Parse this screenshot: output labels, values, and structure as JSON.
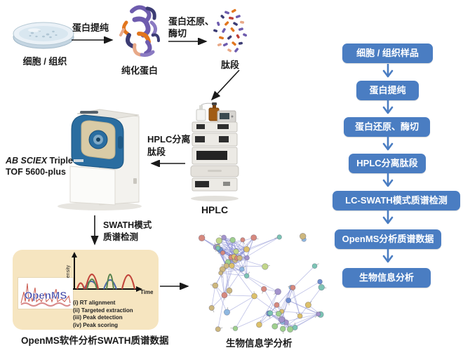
{
  "pipeline": {
    "sample_label": "细胞 / 组织",
    "step1_arrow_label": "蛋白提纯",
    "protein_label": "纯化蛋白",
    "step2_arrow_label_line1": "蛋白还原、",
    "step2_arrow_label_line2": "酶切",
    "peptide_label": "肽段",
    "hplc_caption": "HPLC",
    "hplc_arrow_line1": "HPLC分离",
    "hplc_arrow_line2": "肽段",
    "ms_name_italic": "AB SCIEX",
    "ms_name_rest": " Triple",
    "ms_name_line2": "TOF 5600-plus",
    "swath_arrow_line1": "SWATH模式",
    "swath_arrow_line2": "质谱检测",
    "openms": {
      "logo": "OpenMS",
      "ylabel": "Intensity",
      "xlabel": "Time",
      "panel_color": "#f6e5c0",
      "steps": [
        "(i)  RT alignment",
        "(ii)  Targeted extraction",
        "(iii) Peak detection",
        "(iv) Peak scoring"
      ]
    },
    "openms_caption": "OpenMS软件分析SWATH质谱数据",
    "bioinfo_caption": "生物信息学分析"
  },
  "flowchart": {
    "accent": "#4a7dc2",
    "steps": [
      "细胞 / 组织样品",
      "蛋白提纯",
      "蛋白还原、酶切",
      "HPLC分离肽段",
      "LC-SWATH模式质谱检测",
      "OpenMS分析质谱数据",
      "生物信息分析"
    ]
  }
}
